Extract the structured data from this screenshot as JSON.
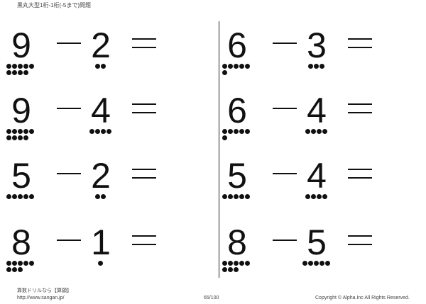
{
  "title": "黒丸大型1桁-1桁(-5まで)問題",
  "problems": [
    {
      "a": "9",
      "b": "2"
    },
    {
      "a": "6",
      "b": "3"
    },
    {
      "a": "9",
      "b": "4"
    },
    {
      "a": "6",
      "b": "4"
    },
    {
      "a": "5",
      "b": "2"
    },
    {
      "a": "5",
      "b": "4"
    },
    {
      "a": "8",
      "b": "1"
    },
    {
      "a": "8",
      "b": "5"
    }
  ],
  "footer": {
    "brand": "算数ドリルなら【算願】",
    "url": "http://www.sangan.jp/",
    "page": "65/100",
    "copyright": "Copyright © Alpha.Inc All Rights Reserved."
  }
}
